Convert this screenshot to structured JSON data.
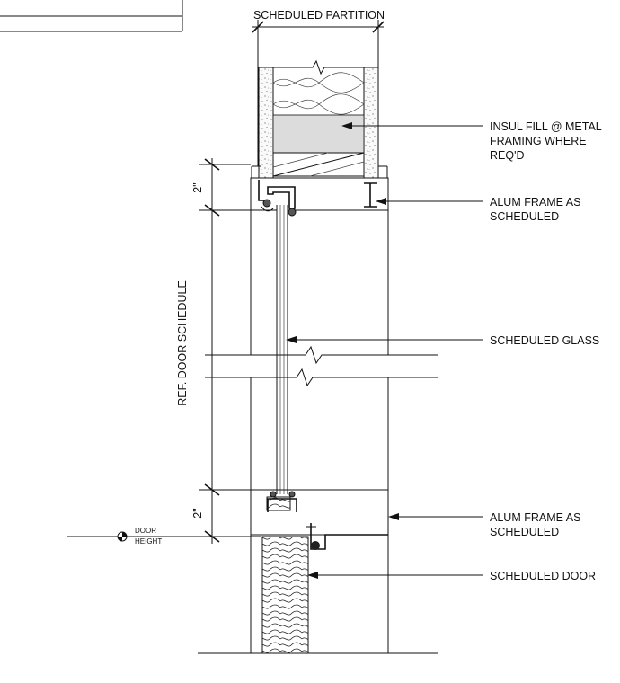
{
  "labels": {
    "partition": "SCHEDULED PARTITION",
    "insul_line1": "INSUL FILL @ METAL",
    "insul_line2": "FRAMING WHERE",
    "insul_line3": "REQ'D",
    "frame_top_line1": "ALUM FRAME AS",
    "frame_top_line2": "SCHEDULED",
    "glass": "SCHEDULED GLASS",
    "frame_bottom_line1": "ALUM FRAME AS",
    "frame_bottom_line2": "SCHEDULED",
    "door": "SCHEDULED DOOR",
    "ref_schedule": "REF. DOOR SCHEDULE",
    "dim_top": "2\"",
    "dim_bottom": "2\"",
    "door_height_line1": "DOOR",
    "door_height_line2": "HEIGHT"
  }
}
